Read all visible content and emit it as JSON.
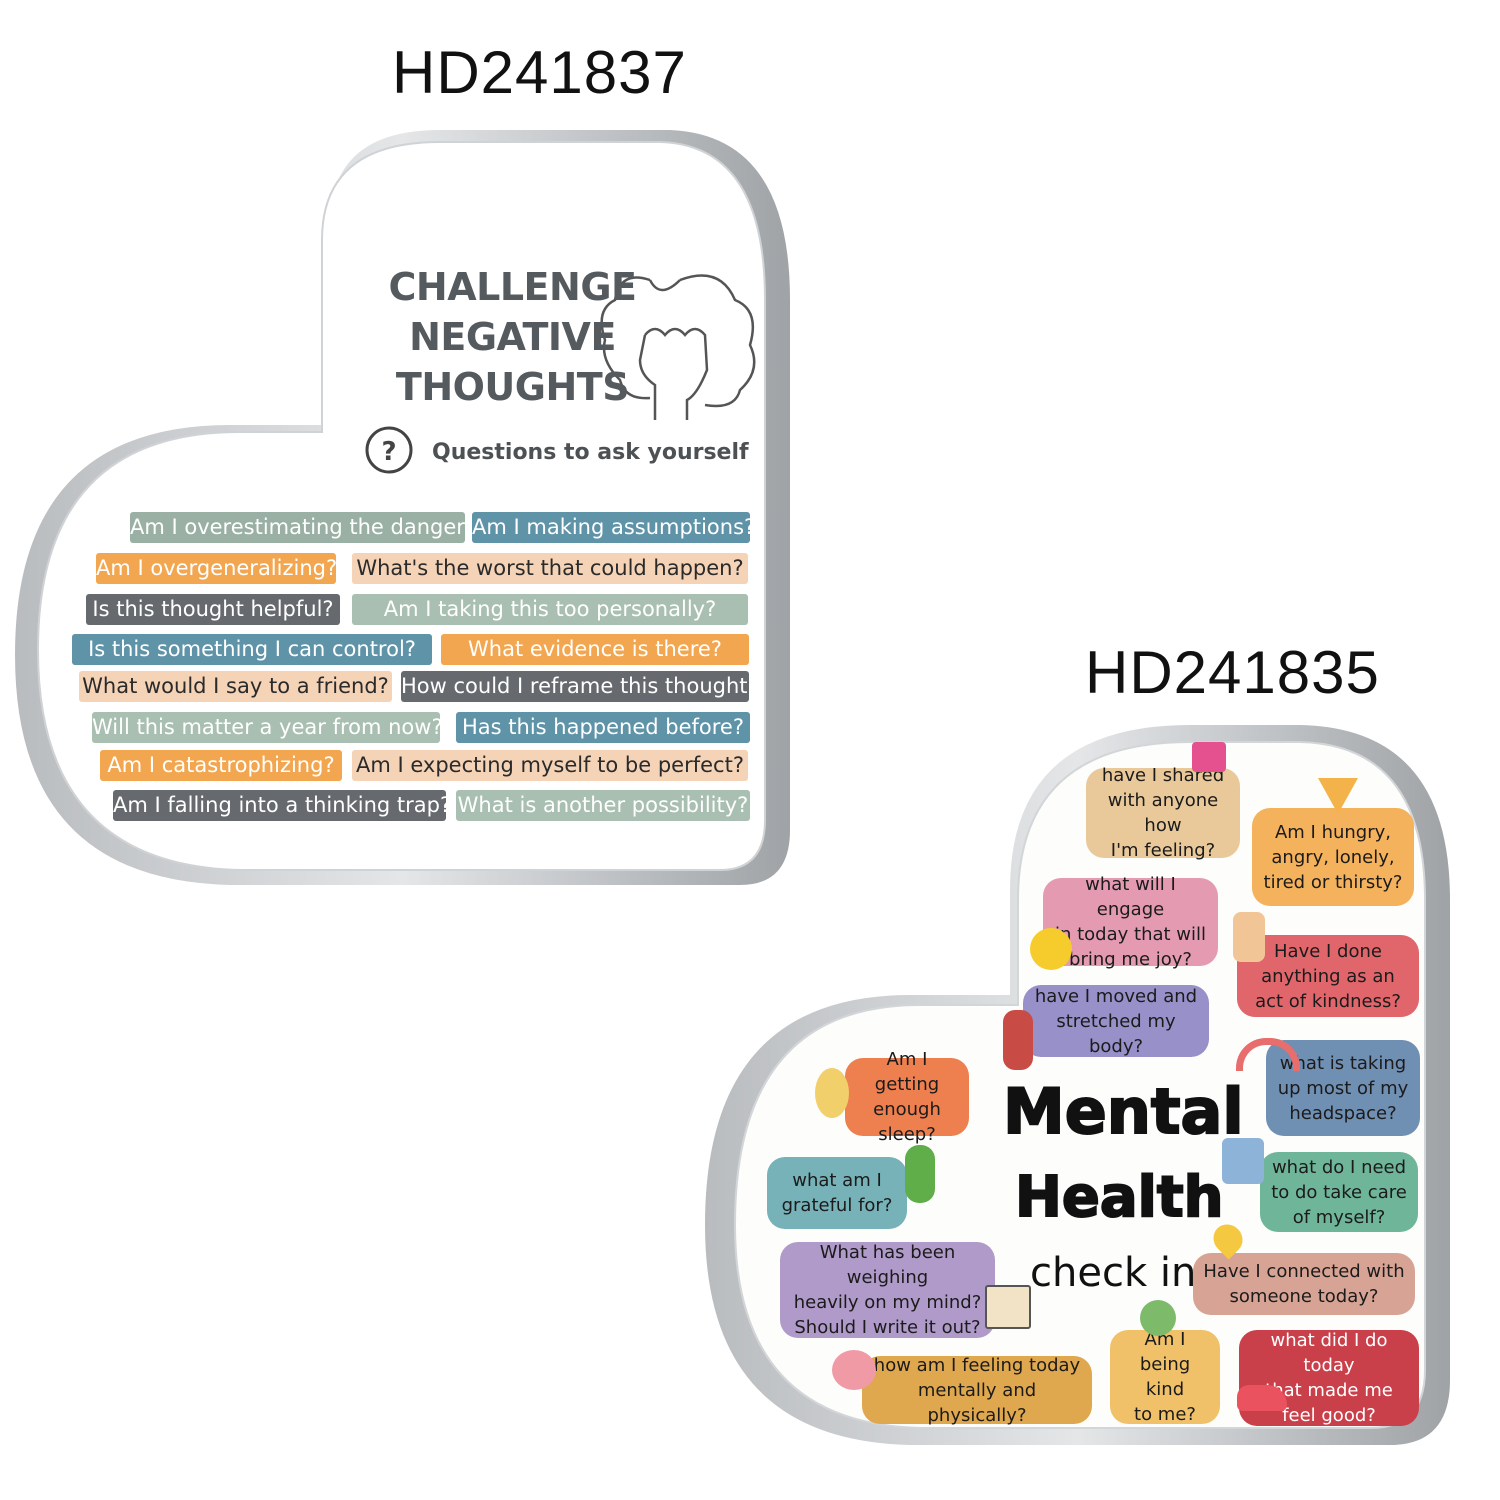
{
  "products": [
    {
      "code": "HD241837",
      "title_lines": [
        "CHALLENGE",
        "NEGATIVE",
        "THOUGHTS"
      ],
      "subtitle": "Questions to ask yourself",
      "questions": [
        {
          "text": "Am I overestimating the danger?",
          "color": "#9ab0a4"
        },
        {
          "text": "Am I making assumptions?",
          "color": "#5f93a8"
        },
        {
          "text": "Am I overgeneralizing?",
          "color": "#f3a650"
        },
        {
          "text": "What's the worst that could happen?",
          "color": "#f5d3b7"
        },
        {
          "text": "Is this thought helpful?",
          "color": "#666a6e"
        },
        {
          "text": "Am I taking this too personally?",
          "color": "#a9bfb1"
        },
        {
          "text": "Is this something I can control?",
          "color": "#5f93a8"
        },
        {
          "text": "What evidence is there?",
          "color": "#f3a650"
        },
        {
          "text": "What would I say to a friend?",
          "color": "#f5d3b7"
        },
        {
          "text": "How could I reframe this thought?",
          "color": "#666a6e"
        },
        {
          "text": "Will this matter a year from now?",
          "color": "#a9bfb1"
        },
        {
          "text": "Has this happened before?",
          "color": "#5f93a8"
        },
        {
          "text": "Am I catastrophizing?",
          "color": "#f3a650"
        },
        {
          "text": "Am I expecting myself to be perfect?",
          "color": "#f5d3b7"
        },
        {
          "text": "Am I falling into a thinking trap?",
          "color": "#666a6e"
        },
        {
          "text": "What is another possibility?",
          "color": "#a9bfb1"
        }
      ]
    },
    {
      "code": "HD241835",
      "title_lines": [
        "Mental",
        "Health",
        "check in"
      ],
      "questions": [
        {
          "text": "have I shared\nwith anyone how\nI'm feeling?",
          "color": "#e9c99a"
        },
        {
          "text": "Am I hungry,\nangry, lonely,\ntired or thirsty?",
          "color": "#f5b25c"
        },
        {
          "text": "what will I engage\nin today that will\nbring me joy?",
          "color": "#e49bb2"
        },
        {
          "text": "Have I done\nanything as an\nact of kindness?",
          "color": "#e0666b"
        },
        {
          "text": "have I moved and\nstretched my body?",
          "color": "#9790c9"
        },
        {
          "text": "what is taking\nup most of my\nheadspace?",
          "color": "#6f8fb3"
        },
        {
          "text": "Am I getting\nenough sleep?",
          "color": "#ee7f4e"
        },
        {
          "text": "what do I need\nto do take care\nof myself?",
          "color": "#6fb59a"
        },
        {
          "text": "what am I\ngrateful for?",
          "color": "#76b2b7"
        },
        {
          "text": "What has been weighing\nheavily on my mind?\nShould I write it out?",
          "color": "#b09ac9"
        },
        {
          "text": "Have I connected with\nsomeone today?",
          "color": "#d7a394"
        },
        {
          "text": "how am I feeling today\nmentally and physically?",
          "color": "#e0a84e"
        },
        {
          "text": "Am I being\nkind\nto me?",
          "color": "#f1c16a"
        },
        {
          "text": "what did I do today\nthat made me\nfeel good?",
          "color": "#c9404a"
        }
      ]
    }
  ]
}
